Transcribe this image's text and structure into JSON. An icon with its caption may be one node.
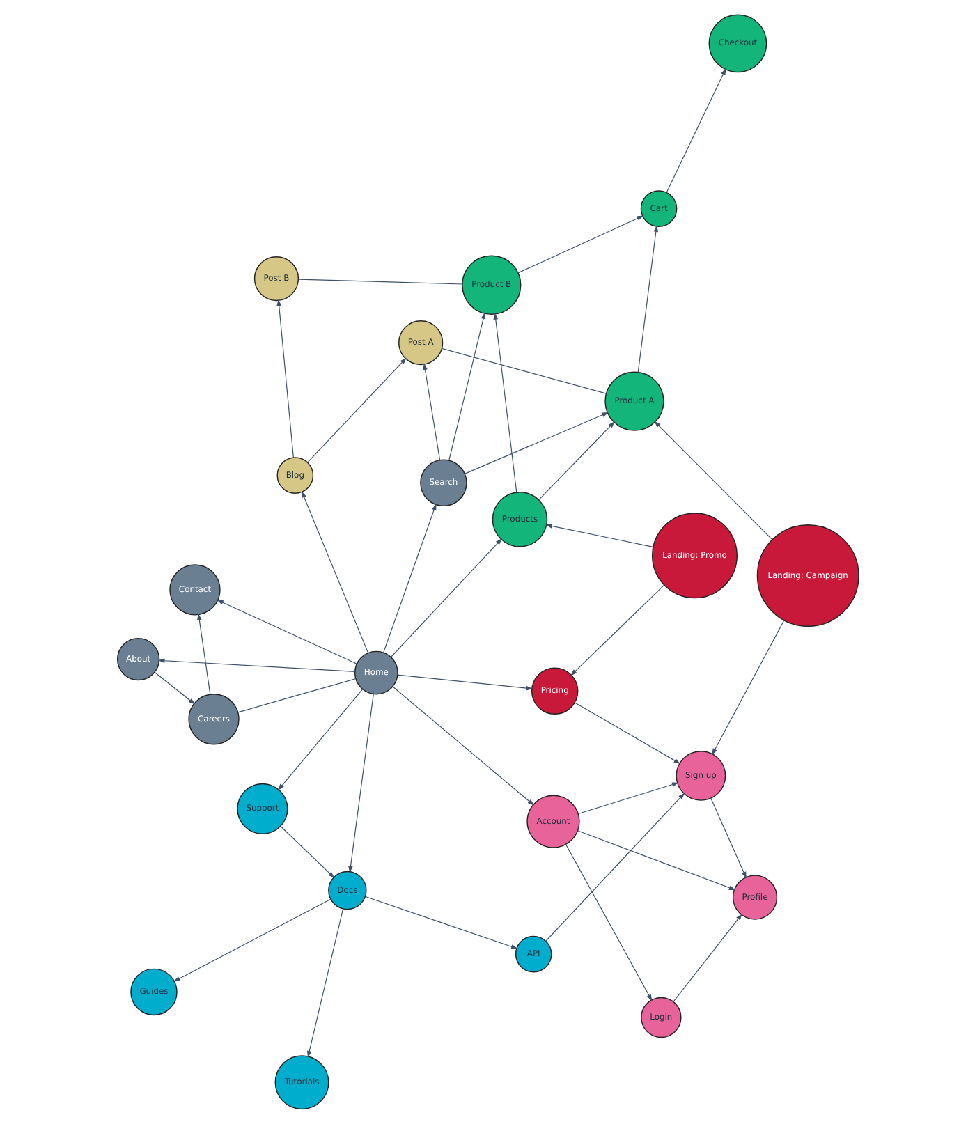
{
  "diagram": {
    "nodes": [
      {
        "text": [
          "Guides"
        ]
      },
      {
        "text": [
          "Tutorials"
        ]
      },
      {
        "text": [
          "Login"
        ]
      },
      {
        "text": [
          "API"
        ]
      },
      {
        "text": [
          "Docs"
        ]
      },
      {
        "text": [
          "Profile"
        ]
      },
      {
        "text": [
          "Support"
        ]
      },
      {
        "text": [
          "Account"
        ]
      },
      {
        "text": [
          "About"
        ]
      },
      {
        "text": [
          "Sign up"
        ]
      },
      {
        "text": [
          "Pricing"
        ]
      },
      {
        "text": [
          "Home"
        ]
      },
      {
        "text": [
          "Careers"
        ]
      },
      {
        "text": [
          "Landing: Promo"
        ]
      },
      {
        "text": [
          "Contact"
        ]
      },
      {
        "text": [
          "Landing: Campaign"
        ]
      },
      {
        "text": [
          "Products"
        ]
      },
      {
        "text": [
          "Search"
        ]
      },
      {
        "text": [
          "Blog"
        ]
      },
      {
        "text": [
          "Product A"
        ]
      },
      {
        "text": [
          "Post A"
        ]
      },
      {
        "text": [
          "Product B"
        ]
      },
      {
        "text": [
          "Post B"
        ]
      },
      {
        "text": [
          "Cart"
        ]
      },
      {
        "text": [
          "Checkout"
        ]
      }
    ],
    "edges": [
      {
        "from": 11,
        "to": 4,
        "arrow": "to"
      },
      {
        "from": 4,
        "to": 0,
        "arrow": "to"
      },
      {
        "from": 4,
        "to": 1,
        "arrow": "to"
      },
      {
        "from": 4,
        "to": 3,
        "arrow": "to"
      },
      {
        "from": 6,
        "to": 4,
        "arrow": "to"
      },
      {
        "from": 11,
        "to": 6,
        "arrow": "to"
      },
      {
        "from": 11,
        "to": 7,
        "arrow": "to"
      },
      {
        "from": 7,
        "to": 2,
        "arrow": "to"
      },
      {
        "from": 7,
        "to": 5,
        "arrow": "to"
      },
      {
        "from": 7,
        "to": 9,
        "arrow": "to"
      },
      {
        "from": 2,
        "to": 5,
        "arrow": "to"
      },
      {
        "from": 9,
        "to": 5,
        "arrow": "to"
      },
      {
        "from": 3,
        "to": 9,
        "arrow": "to"
      },
      {
        "from": 10,
        "to": 9,
        "arrow": "to"
      },
      {
        "from": 11,
        "to": 10,
        "arrow": "to"
      },
      {
        "from": 13,
        "to": 10,
        "arrow": "to"
      },
      {
        "from": 13,
        "to": 16,
        "arrow": "to"
      },
      {
        "from": 15,
        "to": 9,
        "arrow": "to"
      },
      {
        "from": 15,
        "to": 19,
        "arrow": "to"
      },
      {
        "from": 11,
        "to": 8,
        "arrow": "to"
      },
      {
        "from": 8,
        "to": 12,
        "arrow": "to"
      },
      {
        "from": 11,
        "to": 12,
        "arrow": "none"
      },
      {
        "from": 12,
        "to": 14,
        "arrow": "to"
      },
      {
        "from": 11,
        "to": 14,
        "arrow": "to"
      },
      {
        "from": 11,
        "to": 16,
        "arrow": "to"
      },
      {
        "from": 11,
        "to": 17,
        "arrow": "to"
      },
      {
        "from": 11,
        "to": 18,
        "arrow": "to"
      },
      {
        "from": 16,
        "to": 19,
        "arrow": "to"
      },
      {
        "from": 16,
        "to": 21,
        "arrow": "to"
      },
      {
        "from": 17,
        "to": 19,
        "arrow": "to"
      },
      {
        "from": 17,
        "to": 20,
        "arrow": "to"
      },
      {
        "from": 17,
        "to": 21,
        "arrow": "to"
      },
      {
        "from": 18,
        "to": 20,
        "arrow": "to"
      },
      {
        "from": 18,
        "to": 22,
        "arrow": "to"
      },
      {
        "from": 19,
        "to": 20,
        "arrow": "none"
      },
      {
        "from": 21,
        "to": 22,
        "arrow": "none"
      },
      {
        "from": 19,
        "to": 23,
        "arrow": "to"
      },
      {
        "from": 21,
        "to": 23,
        "arrow": "to"
      },
      {
        "from": 23,
        "to": 24,
        "arrow": "to"
      }
    ]
  }
}
